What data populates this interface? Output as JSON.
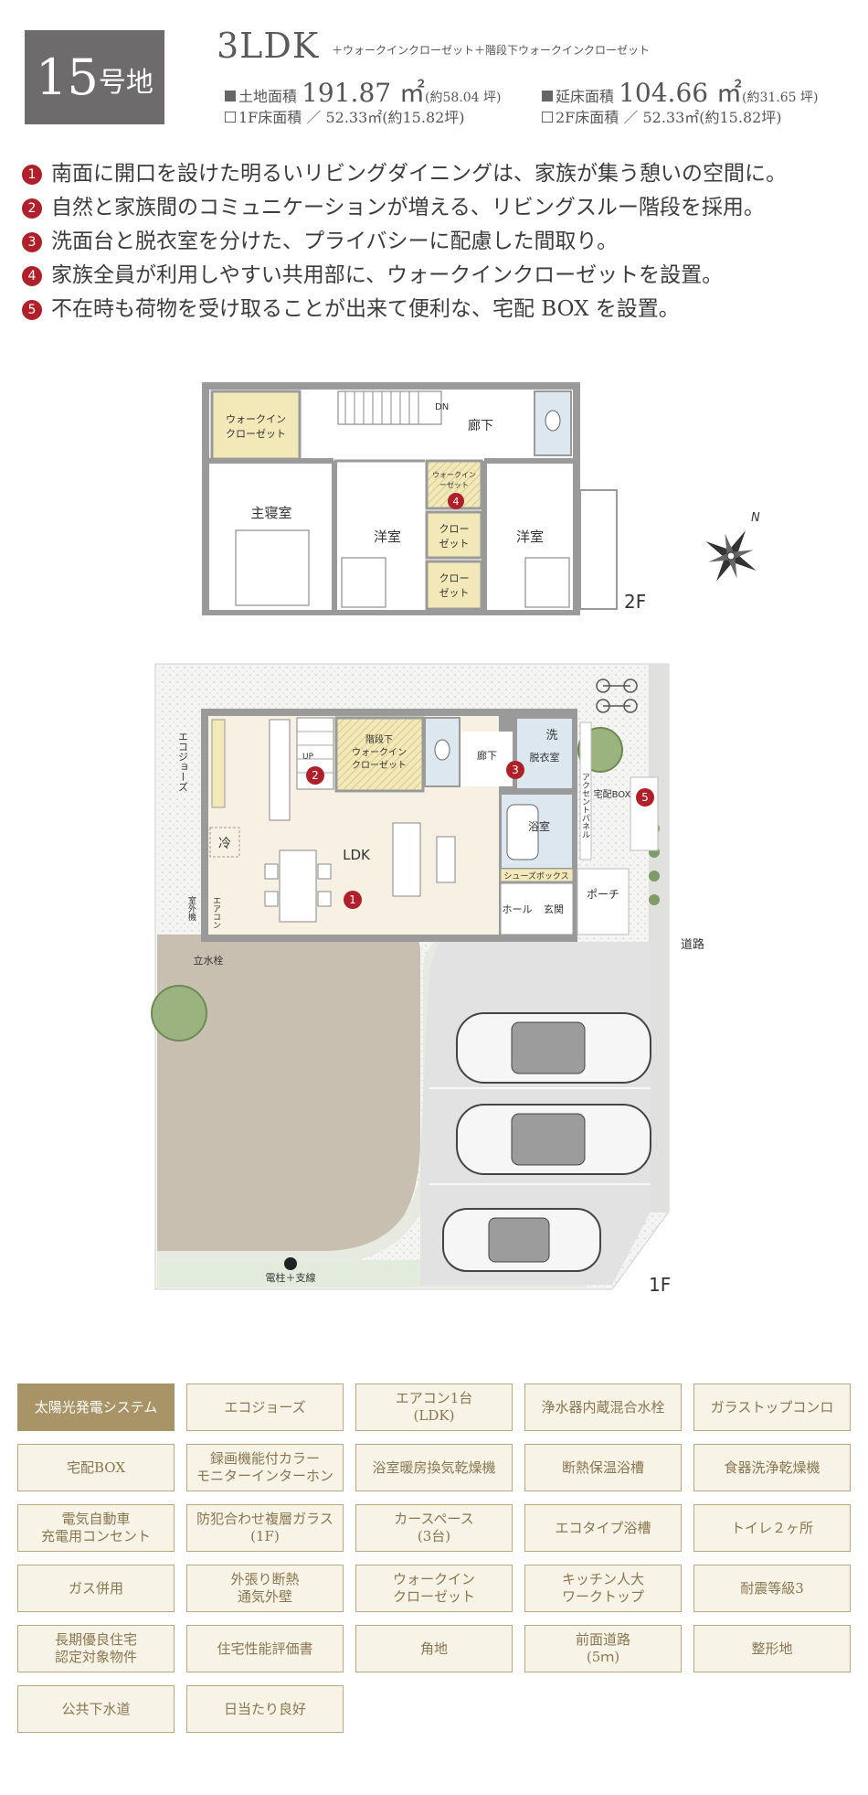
{
  "header": {
    "lot_number": "15",
    "lot_suffix": "号地",
    "plan_type": "3LDK",
    "plan_extra": "＋ウォークインクローゼット＋階段下ウォークインクローゼット",
    "land_area": {
      "label": "土地面積",
      "value": "191.87 ㎡",
      "tsubo": "(約58.04 坪)"
    },
    "floor_area": {
      "label": "延床面積",
      "value": "104.66 ㎡",
      "tsubo": "(約31.65 坪)"
    },
    "floor1": {
      "label": "1F床面積 ／ 52.33㎡(約15.82坪)"
    },
    "floor2": {
      "label": "2F床面積 ／ 52.33㎡(約15.82坪)"
    }
  },
  "features": [
    {
      "no": "1",
      "text": "南面に開口を設けた明るいリビングダイニングは、家族が集う憩いの空間に。"
    },
    {
      "no": "2",
      "text": "自然と家族間のコミュニケーションが増える、リビングスルー階段を採用。"
    },
    {
      "no": "3",
      "text": "洗面台と脱衣室を分けた、プライバシーに配慮した間取り。"
    },
    {
      "no": "4",
      "text": "家族全員が利用しやすい共用部に、ウォークインクローゼットを設置。"
    },
    {
      "no": "5",
      "text": "不在時も荷物を受け取ることが出来て便利な、宅配 BOX を設置。"
    }
  ],
  "floorplan2": {
    "floor_label": "2F",
    "rooms": {
      "wic": "ウォークイン",
      "wic2": "クローゼット",
      "master": "主寝室",
      "western1": "洋室",
      "western2": "洋室",
      "hall": "廊下",
      "dn": "DN",
      "closet_small_a": "ウォークイン",
      "closet_small_b": "ーゼット",
      "closet1a": "クロー",
      "closet1b": "ゼット",
      "closet2a": "クロー",
      "closet2b": "ゼット"
    },
    "marker": "4",
    "compass": "N"
  },
  "floorplan1": {
    "floor_label": "1F",
    "rooms": {
      "ldk": "LDK",
      "stair_wic_a": "階段下",
      "stair_wic_b": "ウォークイン",
      "stair_wic_c": "クローゼット",
      "hall": "廊下",
      "wash": "洗",
      "dressing": "脱衣室",
      "bath": "浴室",
      "shoebox": "シューズボックス",
      "hall2": "ホール",
      "entrance": "玄関",
      "porch": "ポーチ",
      "fridge": "冷",
      "up": "UP",
      "ecojozu": "エコジョーズ",
      "outdoor_unit": "室外機",
      "aircon": "エアコン",
      "faucet": "立水栓",
      "access_panel": "アクセントパネル",
      "delivery_box": "宅配BOX",
      "road": "道路",
      "pole": "電柱＋支線"
    },
    "markers": [
      "1",
      "2",
      "3",
      "5"
    ]
  },
  "tags": [
    {
      "label": "太陽光発電システム",
      "active": true
    },
    {
      "label": "エコジョーズ",
      "active": false
    },
    {
      "label": "エアコン1台\n(LDK)",
      "active": false
    },
    {
      "label": "浄水器内蔵混合水栓",
      "active": false
    },
    {
      "label": "ガラストップコンロ",
      "active": false
    },
    {
      "label": "宅配BOX",
      "active": false
    },
    {
      "label": "録画機能付カラー\nモニターインターホン",
      "active": false
    },
    {
      "label": "浴室暖房換気乾燥機",
      "active": false
    },
    {
      "label": "断熱保温浴槽",
      "active": false
    },
    {
      "label": "食器洗浄乾燥機",
      "active": false
    },
    {
      "label": "電気自動車\n充電用コンセント",
      "active": false
    },
    {
      "label": "防犯合わせ複層ガラス\n(1F)",
      "active": false
    },
    {
      "label": "カースペース\n(3台)",
      "active": false
    },
    {
      "label": "エコタイプ浴槽",
      "active": false
    },
    {
      "label": "トイレ２ヶ所",
      "active": false
    },
    {
      "label": "ガス併用",
      "active": false
    },
    {
      "label": "外張り断熱\n通気外壁",
      "active": false
    },
    {
      "label": "ウォークイン\nクローゼット",
      "active": false
    },
    {
      "label": "キッチン人大\nワークトップ",
      "active": false
    },
    {
      "label": "耐震等級3",
      "active": false
    },
    {
      "label": "長期優良住宅\n認定対象物件",
      "active": false
    },
    {
      "label": "住宅性能評価書",
      "active": false
    },
    {
      "label": "角地",
      "active": false
    },
    {
      "label": "前面道路\n(5ｍ)",
      "active": false
    },
    {
      "label": "整形地",
      "active": false
    },
    {
      "label": "公共下水道",
      "active": false
    },
    {
      "label": "日当たり良好",
      "active": false
    }
  ],
  "colors": {
    "wall": "#9a9a9a",
    "closet": "#f2e8b8",
    "floor": "#f6f1e3",
    "accent": "#b0202a",
    "tag_bg": "#f7f3e6",
    "tag_border": "#b9a780",
    "tag_active": "#a99467"
  }
}
